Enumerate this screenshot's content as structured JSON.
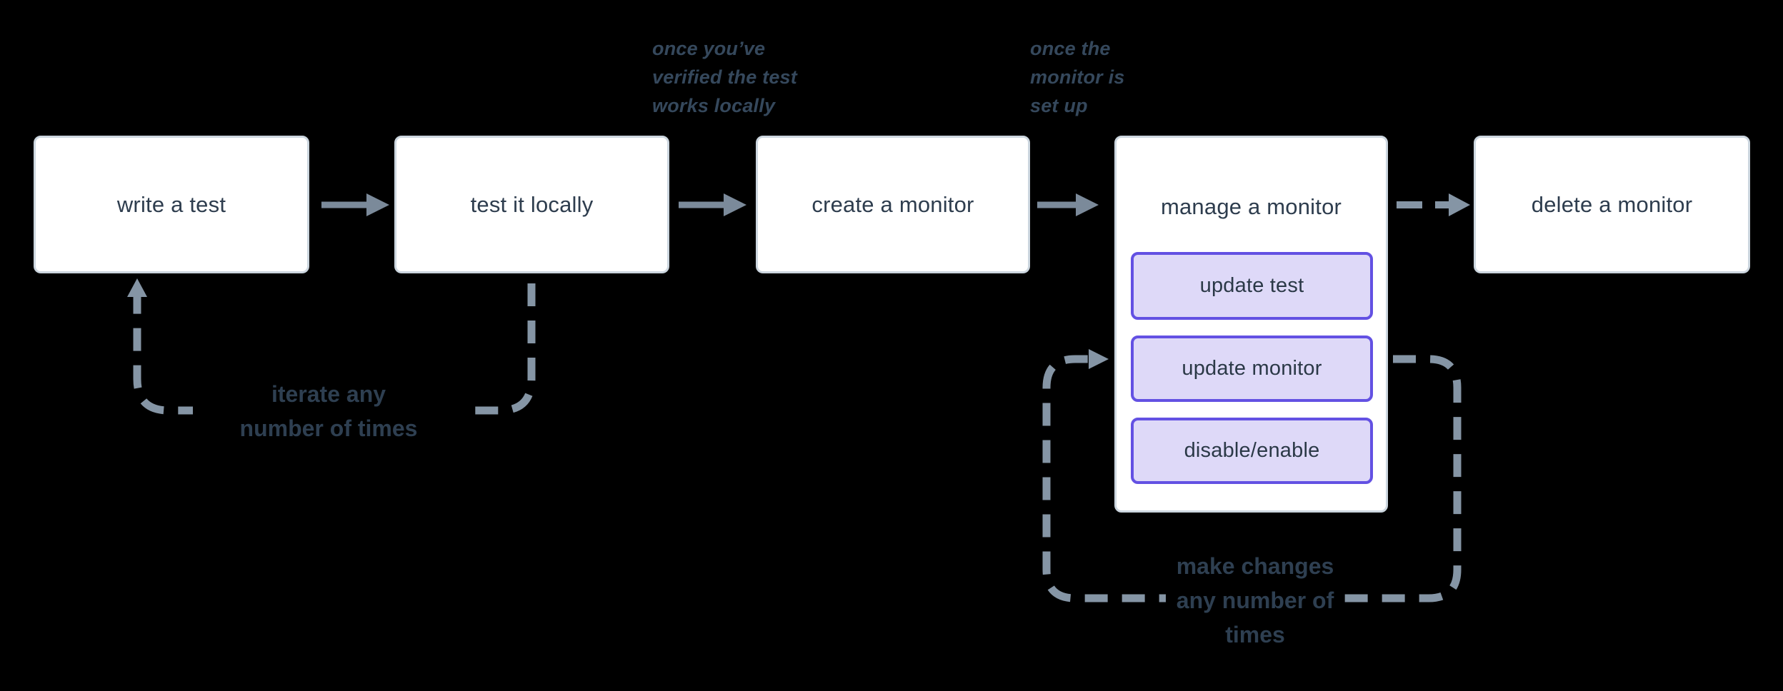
{
  "flow": {
    "boxes": [
      {
        "label": "write a test"
      },
      {
        "label": "test it locally"
      },
      {
        "label": "create a monitor"
      },
      {
        "label": "manage a monitor",
        "sub_buttons": [
          "update test",
          "update monitor",
          "disable/enable"
        ]
      },
      {
        "label": "delete a monitor"
      }
    ]
  },
  "annotations": {
    "after_test_locally": "once you’ve\nverified the test\nworks locally",
    "after_create_monitor": "once the\nmonitor is\nset up"
  },
  "loop_labels": {
    "iterate": "iterate any\nnumber of times",
    "make_changes": "make changes\nany number of\ntimes"
  },
  "colors": {
    "canvas_bg": "#000000",
    "node_fill": "#ffffff",
    "node_border": "#ccd6df",
    "node_text": "#2e3d4e",
    "accent_purple": "#6351e3",
    "accent_purple_fill": "#ded9f8",
    "solid_arrow_gray": "#7b8a9a",
    "dashed_arrow_gray": "#8595a5",
    "annotation_text": "#35485c",
    "loop_label_text": "#2e3f51"
  }
}
